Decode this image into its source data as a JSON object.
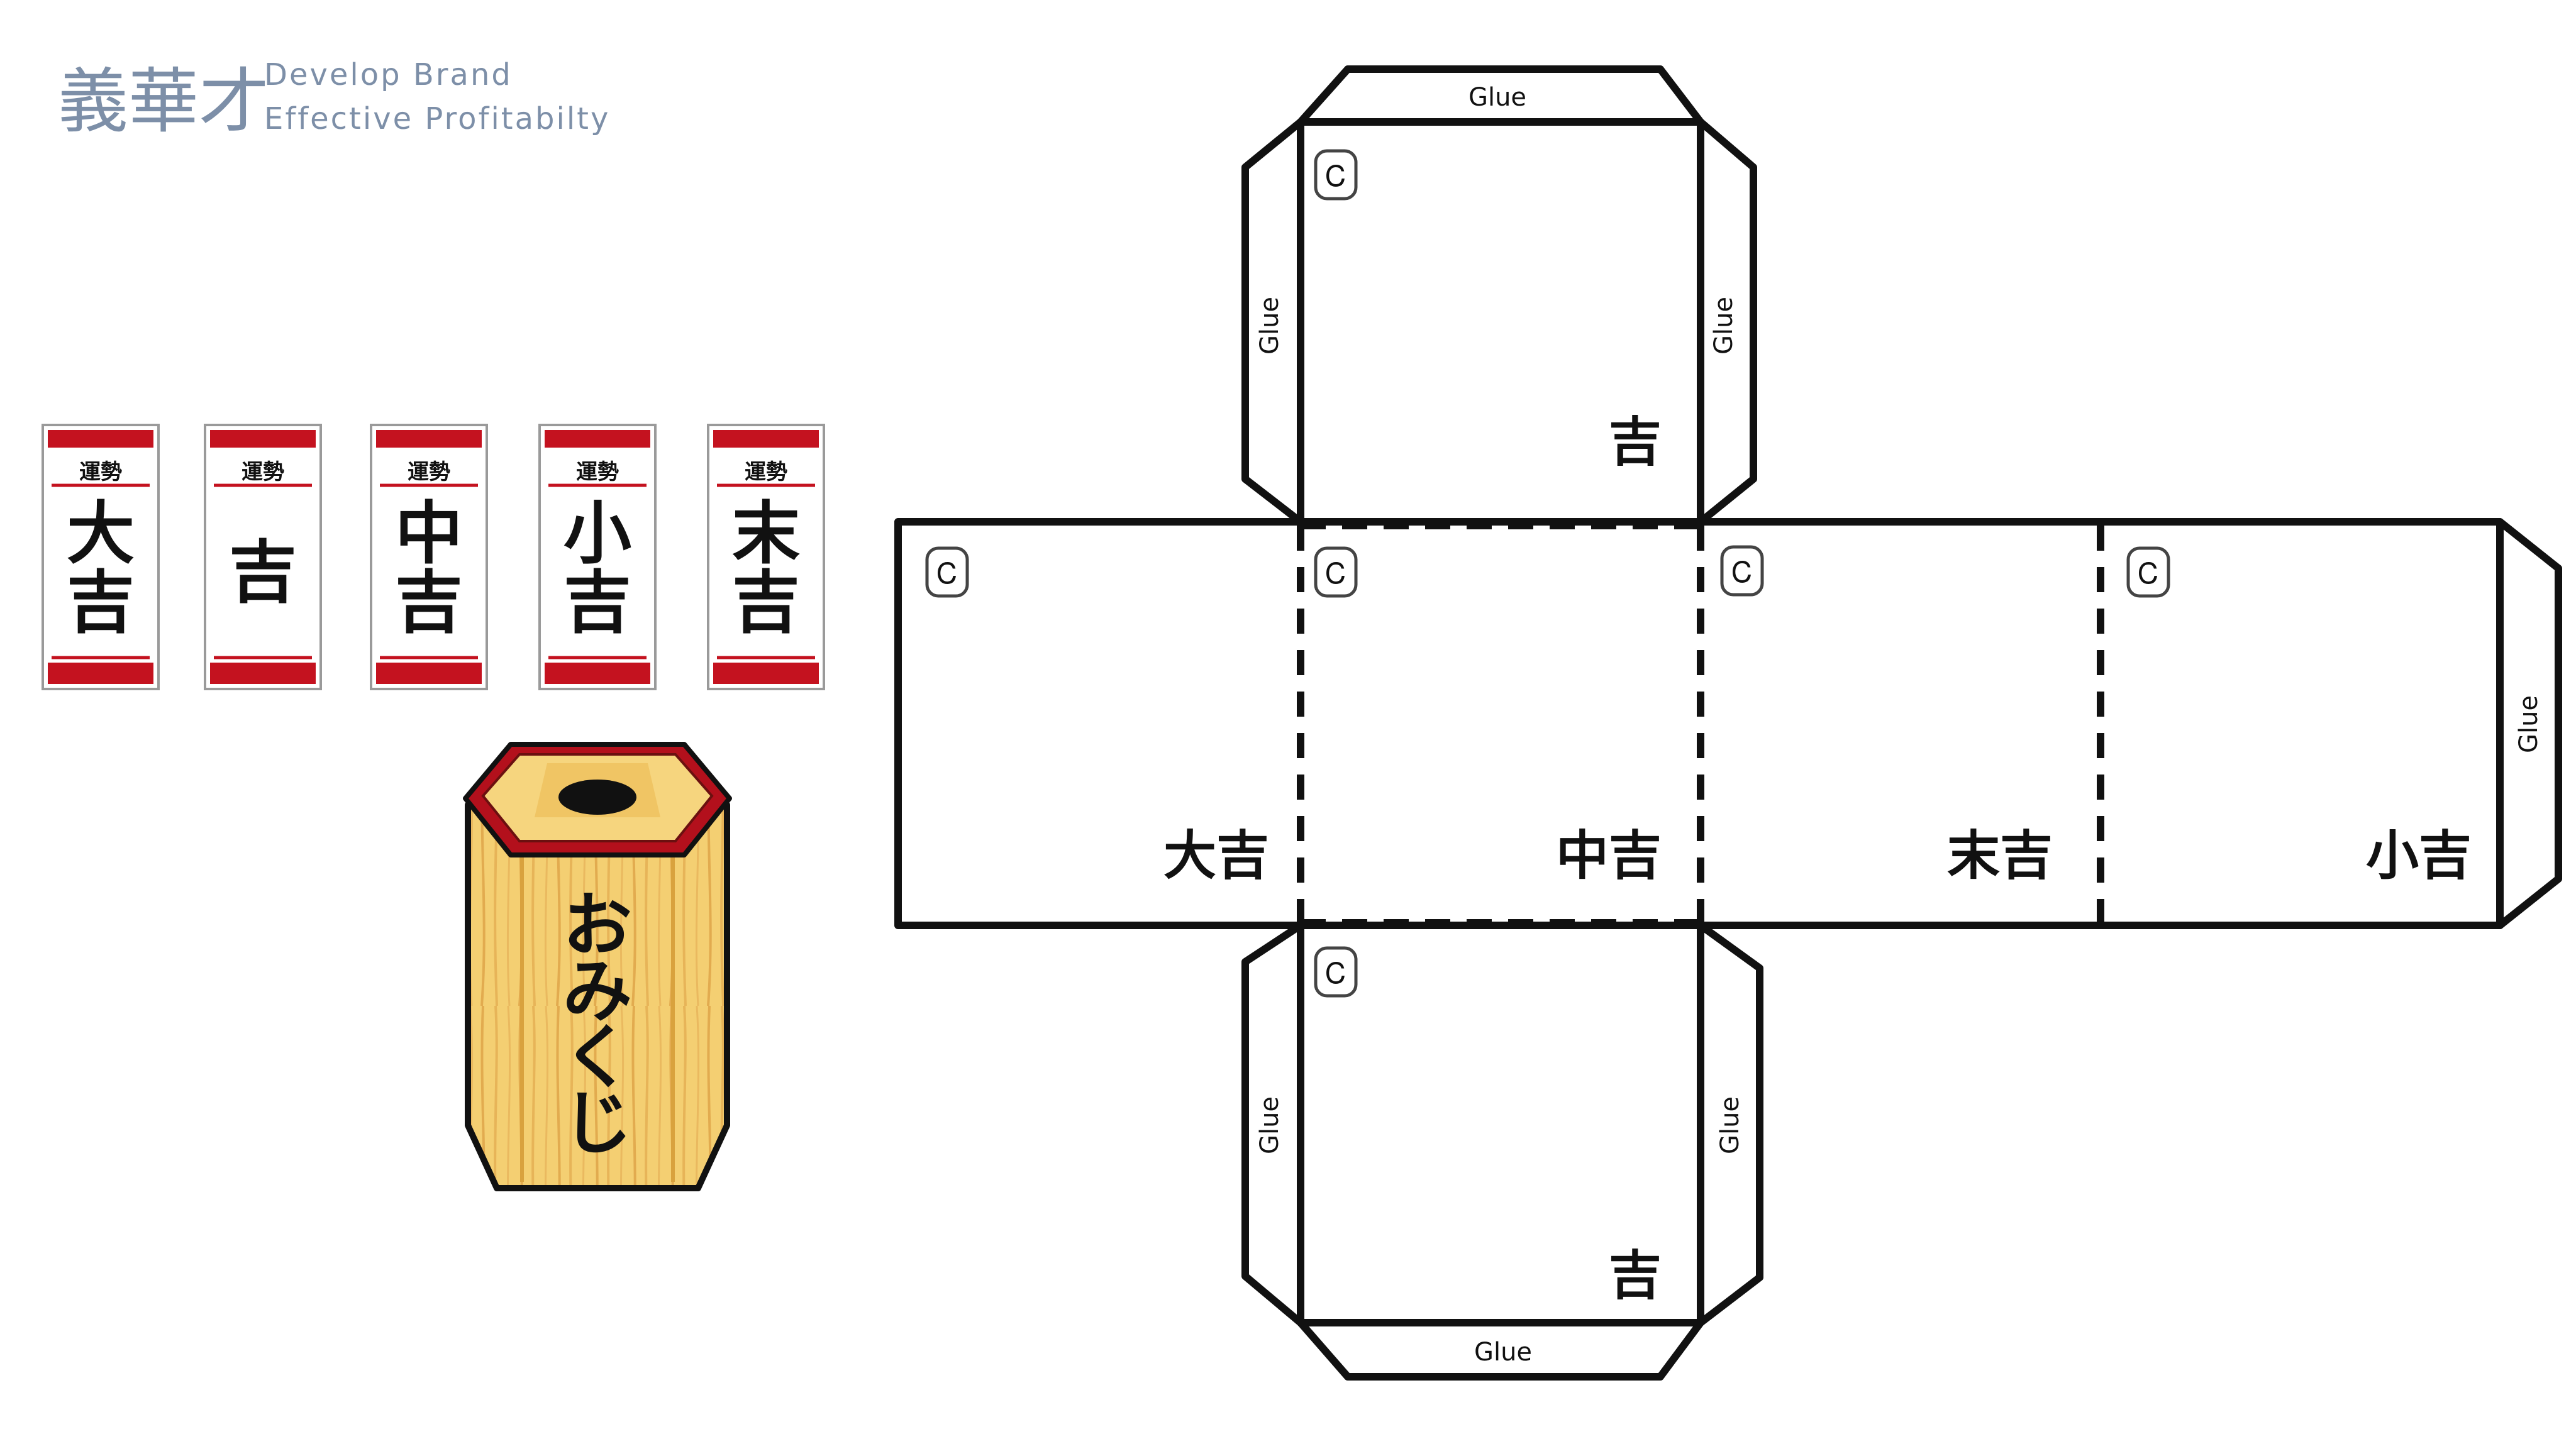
{
  "logo": {
    "chars": "義華才",
    "line1": "Develop Brand",
    "line2": "Effective Profitabilty"
  },
  "fortune_cards": [
    {
      "header": "運勢",
      "line1": "大",
      "line2": "吉"
    },
    {
      "header": "運勢",
      "line1": "",
      "line2": "吉"
    },
    {
      "header": "運勢",
      "line1": "中",
      "line2": "吉"
    },
    {
      "header": "運勢",
      "line1": "小",
      "line2": "吉"
    },
    {
      "header": "運勢",
      "line1": "末",
      "line2": "吉"
    }
  ],
  "box": {
    "label_chars": [
      "お",
      "み",
      "く",
      "じ"
    ]
  },
  "net": {
    "top_face_label": "吉",
    "bottom_face_label": "吉",
    "middle_labels": [
      "大吉",
      "中吉",
      "末吉",
      "小吉"
    ],
    "glue_label": "Glue",
    "stamp_glyph": "Ꮯ"
  },
  "colors": {
    "logo": "#7d8fa8",
    "card_red": "#c4121f",
    "wood_light": "#f6d57e",
    "wood_mid": "#efc15e",
    "wood_dark": "#d9a23e",
    "lid_red": "#b3101c",
    "outline": "#111111"
  }
}
